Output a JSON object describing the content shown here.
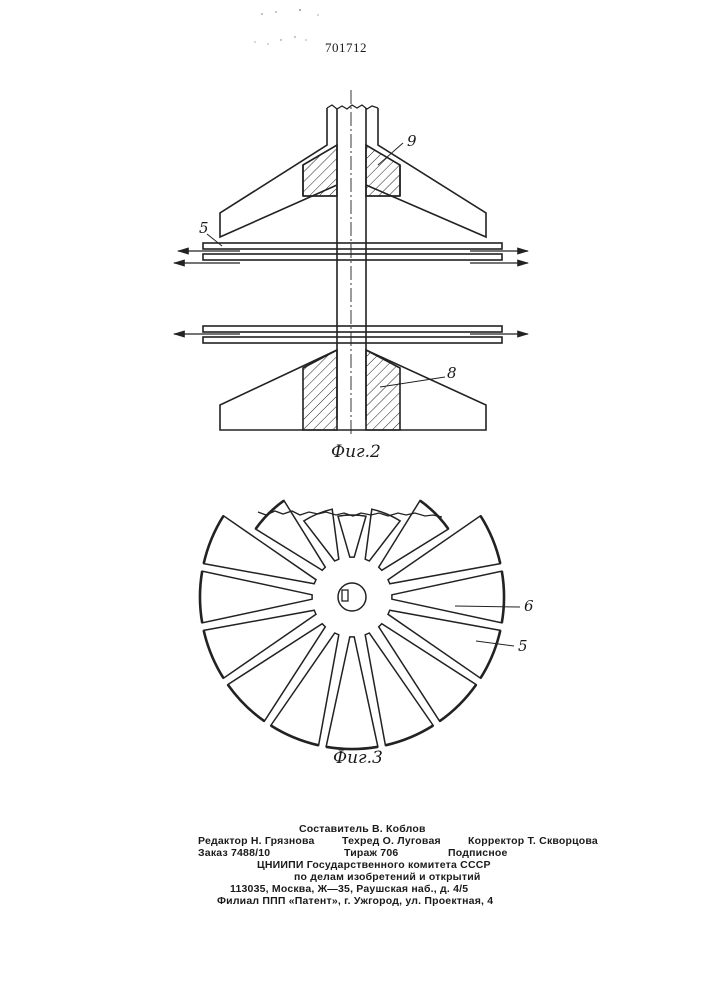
{
  "header": {
    "patent_number": "701712"
  },
  "figure2": {
    "caption": "Фиг.2",
    "labels": {
      "upper_hub": "9",
      "disk": "5",
      "lower_hub": "8"
    }
  },
  "figure3": {
    "caption": "Фиг.3",
    "labels": {
      "slot": "6",
      "blade": "5"
    }
  },
  "imprint": {
    "compiler": "Составитель В. Коблов",
    "editor": "Редактор Н. Грязнова",
    "techred": "Техред О. Луговая",
    "corrector": "Корректор Т. Скворцова",
    "order": "Заказ 7488/10",
    "circulation": "Тираж 706",
    "subscription": "Подписное",
    "org1": "ЦНИИПИ  Государственного  комитета  СССР",
    "org2": "по  делам  изобретений  и  открытий",
    "address1": "113035,  Москва,  Ж—35,  Раушская  наб.,  д.  4/5",
    "address2": "Филиал  ППП  «Патент»,  г.  Ужгород,  ул.  Проектная,  4"
  }
}
